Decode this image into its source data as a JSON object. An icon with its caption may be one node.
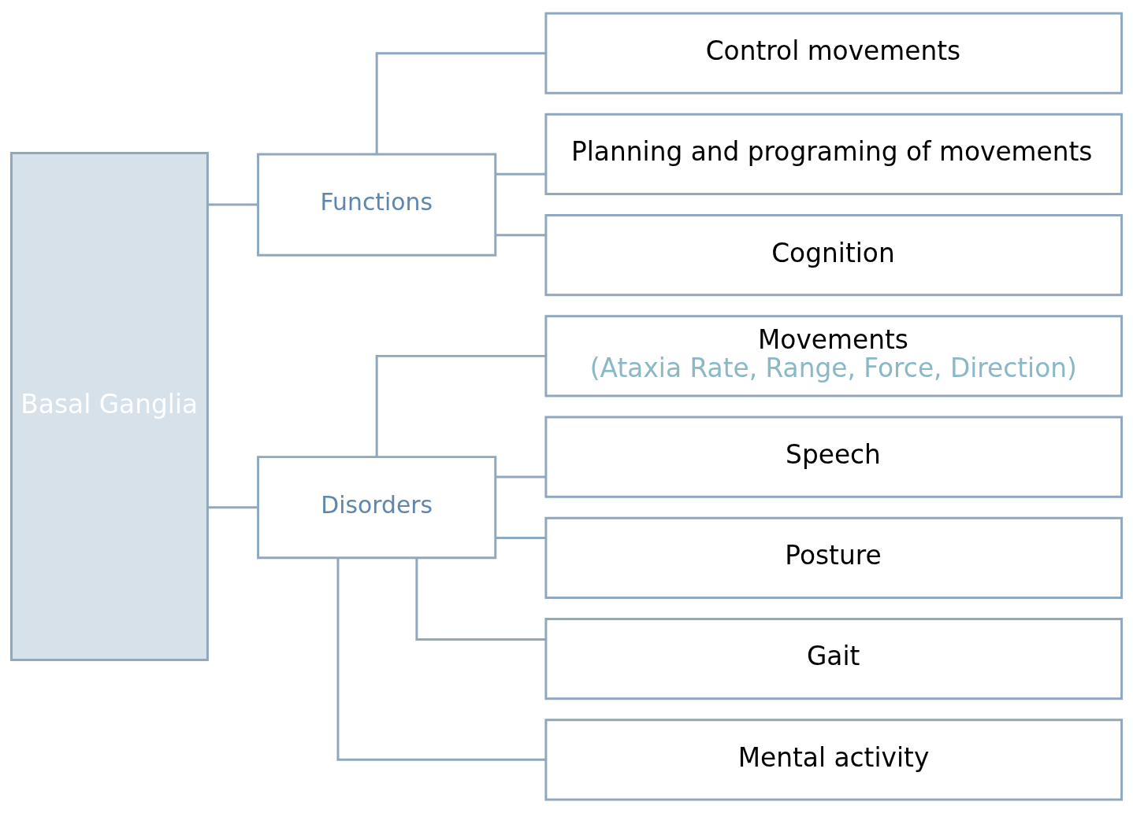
{
  "diagram": {
    "nodes": [
      {
        "text": [
          "Basal Ganglia"
        ]
      },
      {
        "text": [
          "Functions"
        ]
      },
      {
        "text": [
          "Disorders"
        ]
      },
      {
        "text": [
          "Control movements"
        ]
      },
      {
        "text": [
          "Planning and programing of movements"
        ]
      },
      {
        "text": [
          "Cognition"
        ]
      },
      {
        "text": [
          "Movements",
          "(Ataxia Rate, Range, Force, Direction)"
        ]
      },
      {
        "text": [
          "Speech"
        ]
      },
      {
        "text": [
          "Posture"
        ]
      },
      {
        "text": [
          "Gait"
        ]
      },
      {
        "text": [
          "Mental activity"
        ]
      }
    ],
    "edges": [
      {
        "from": 0,
        "to": 1,
        "arrow": "none"
      },
      {
        "from": 0,
        "to": 2,
        "arrow": "none"
      },
      {
        "from": 1,
        "to": 3,
        "arrow": "none"
      },
      {
        "from": 1,
        "to": 4,
        "arrow": "none"
      },
      {
        "from": 1,
        "to": 5,
        "arrow": "none"
      },
      {
        "from": 2,
        "to": 6,
        "arrow": "none"
      },
      {
        "from": 2,
        "to": 7,
        "arrow": "none"
      },
      {
        "from": 2,
        "to": 8,
        "arrow": "none"
      },
      {
        "from": 2,
        "to": 9,
        "arrow": "none"
      },
      {
        "from": 2,
        "to": 10,
        "arrow": "none"
      }
    ]
  }
}
